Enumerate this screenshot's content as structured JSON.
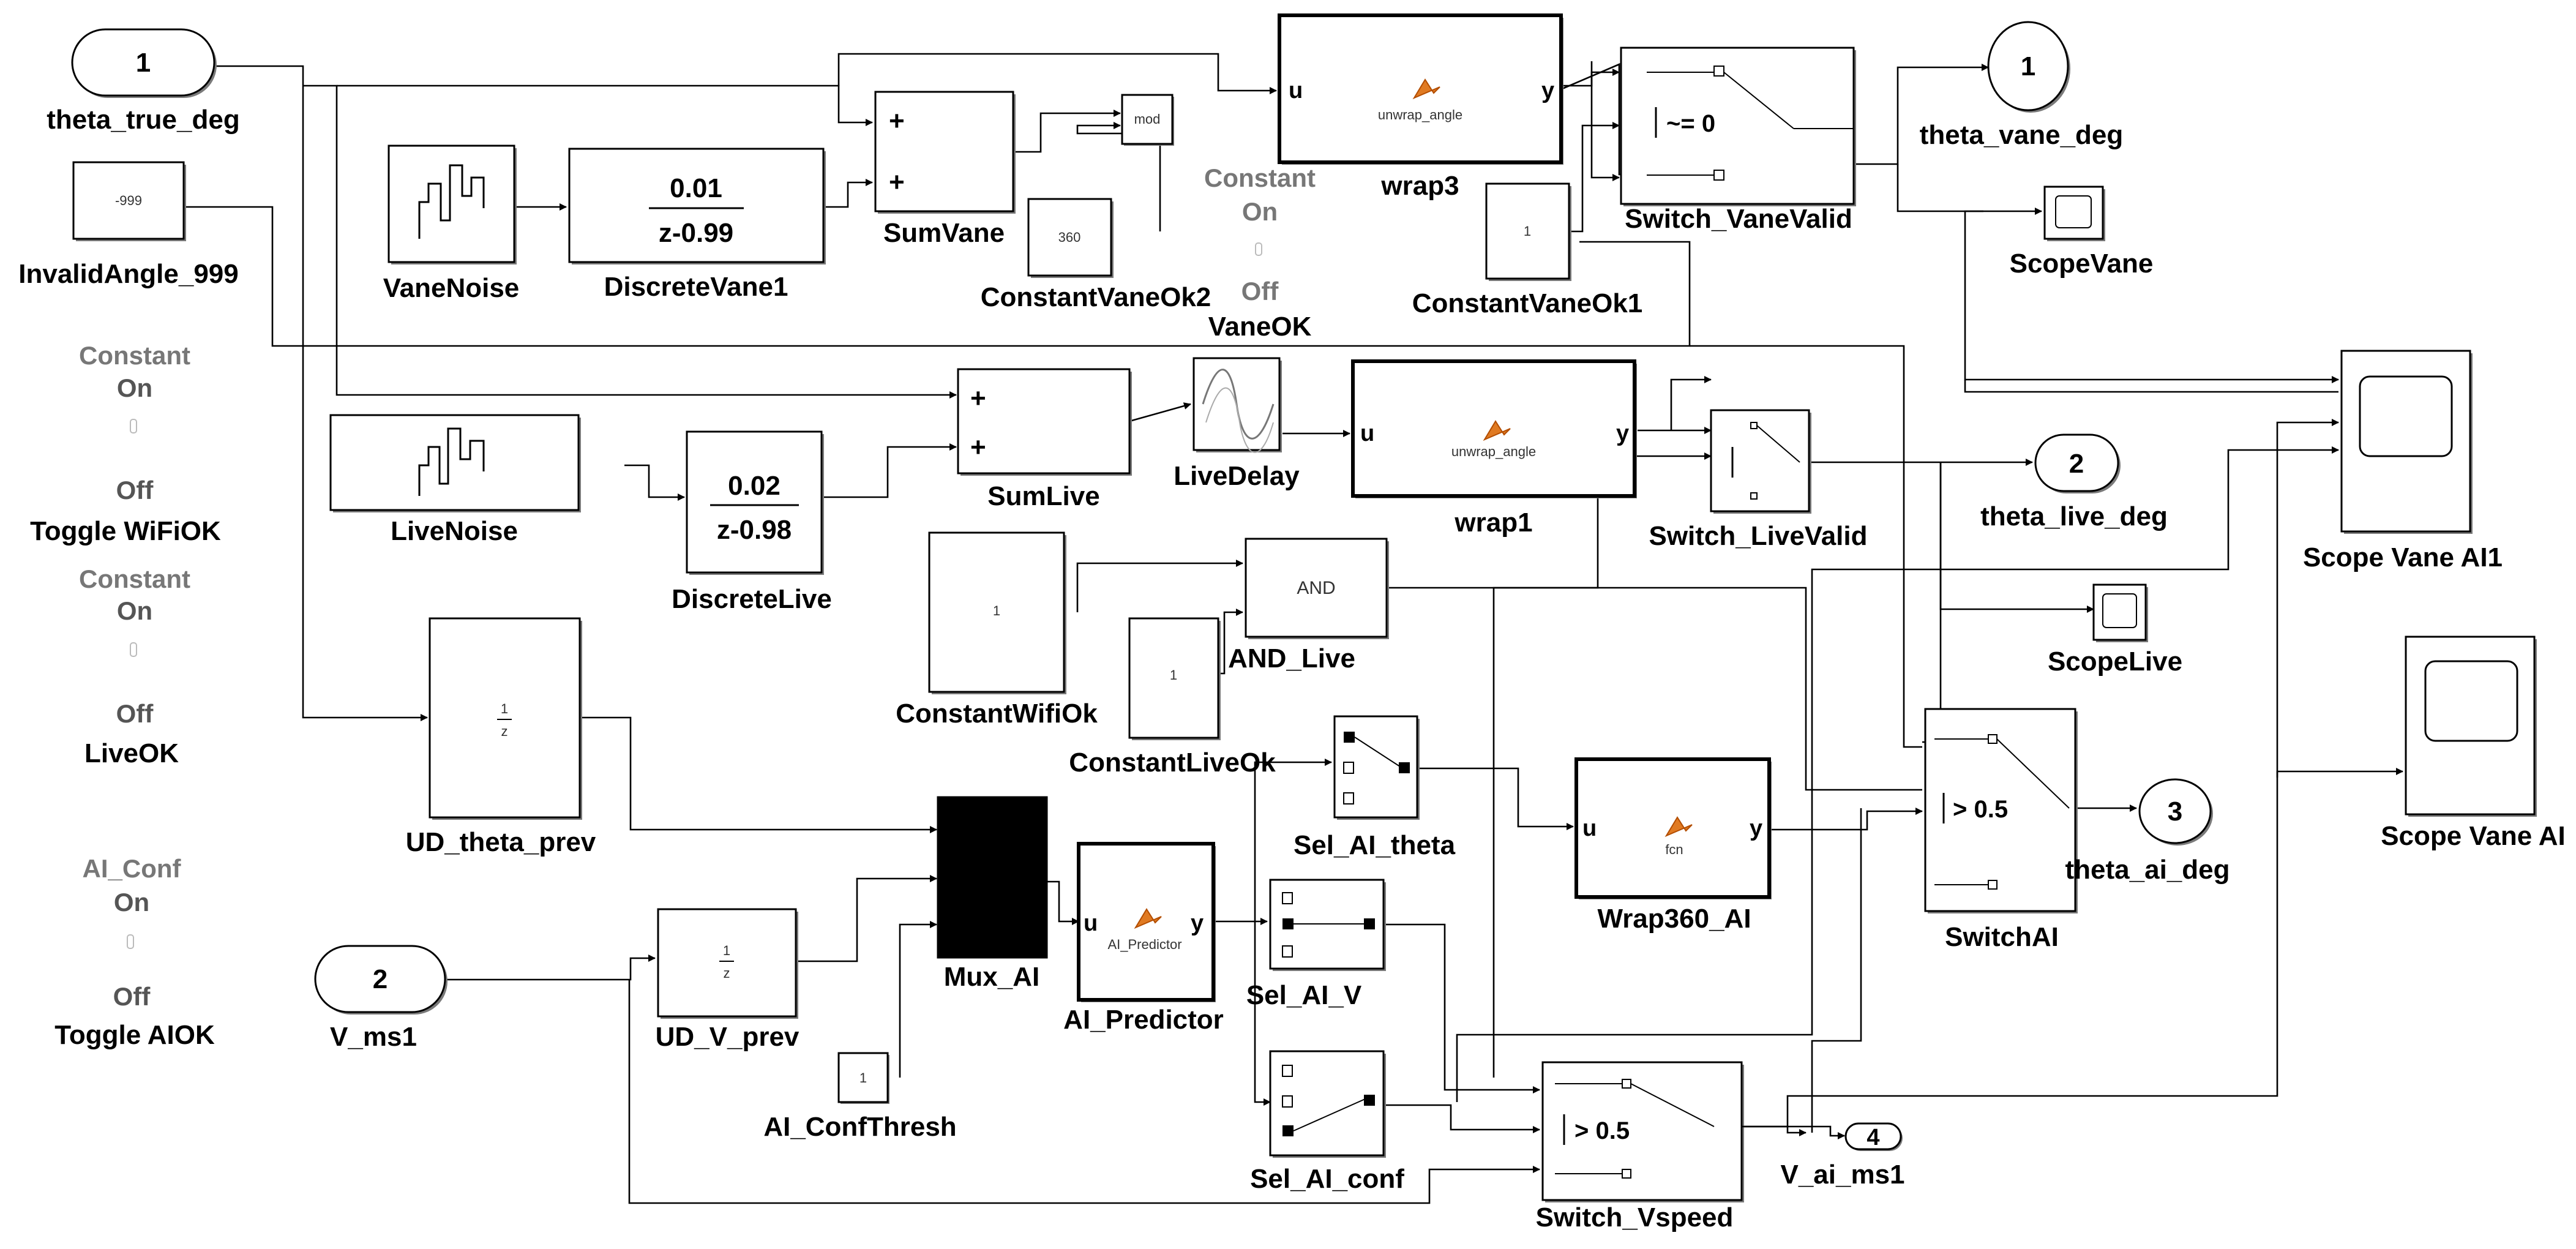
{
  "inports": [
    {
      "num": "1",
      "label": "theta_true_deg"
    },
    {
      "num": "2",
      "label": "V_ms1"
    }
  ],
  "outports": [
    {
      "num": "1",
      "label": "theta_vane_deg"
    },
    {
      "num": "2",
      "label": "theta_live_deg"
    },
    {
      "num": "3",
      "label": "theta_ai_deg"
    },
    {
      "num": "4",
      "label": "V_ai_ms1"
    }
  ],
  "constants": {
    "invalid": {
      "value": "-999",
      "label": "InvalidAngle_999"
    },
    "vane_ok1": {
      "value": "1",
      "label": "ConstantVaneOk1"
    },
    "vane_ok2": {
      "value": "360",
      "label": "ConstantVaneOk2"
    },
    "wifi_ok": {
      "value": "1",
      "label": "ConstantWifiOk"
    },
    "live_ok": {
      "value": "1",
      "label": "ConstantLiveOk"
    },
    "ai_conf": {
      "value": "1",
      "label": "AI_ConfThresh"
    }
  },
  "noise": {
    "vane": "VaneNoise",
    "live": "LiveNoise"
  },
  "discrete": {
    "vane": {
      "num": "0.01",
      "den": "z-0.99",
      "label": "DiscreteVane1"
    },
    "live": {
      "num": "0.02",
      "den": "z-0.98",
      "label": "DiscreteLive"
    }
  },
  "sums": {
    "vane": "SumVane",
    "live": "SumLive",
    "plus": "+"
  },
  "mod_label": "mod",
  "fcn": {
    "wrap3": {
      "inner": "unwrap_angle",
      "label": "wrap3",
      "u": "u",
      "y": "y"
    },
    "wrap1": {
      "inner": "unwrap_angle",
      "label": "wrap1",
      "u": "u",
      "y": "y"
    },
    "wrap360": {
      "inner": "fcn",
      "label": "Wrap360_AI",
      "u": "u",
      "y": "y"
    },
    "predictor": {
      "inner": "AI_Predictor",
      "label": "AI_Predictor",
      "u": "u",
      "y": "y"
    }
  },
  "switches": {
    "vane": {
      "label": "Switch_VaneValid",
      "cond": "~= 0"
    },
    "live": {
      "label": "Switch_LiveValid"
    },
    "ai": {
      "label": "SwitchAI",
      "cond": "> 0.5"
    },
    "vspeed": {
      "label": "Switch_Vspeed",
      "cond": "> 0.5"
    }
  },
  "scopes": [
    "ScopeVane",
    "ScopeLive",
    "Scope Vane AI1",
    "Scope Vane AI"
  ],
  "delays": {
    "theta": {
      "num": "1",
      "den": "z",
      "label": "UD_theta_prev"
    },
    "v": {
      "num": "1",
      "den": "z",
      "label": "UD_V_prev"
    }
  },
  "live_delay": "LiveDelay",
  "and_block": {
    "inner": "AND",
    "label": "AND_Live"
  },
  "mux": "Mux_AI",
  "selectors": [
    "Sel_AI_theta",
    "Sel_AI_V",
    "Sel_AI_conf"
  ],
  "toggles": [
    {
      "top": "Constant",
      "on": "On",
      "off": "Off",
      "label": "VaneOK"
    },
    {
      "top": "Constant",
      "on": "On",
      "off": "Off",
      "label": "Toggle WiFiOK"
    },
    {
      "top": "Constant",
      "on": "On",
      "off": "Off",
      "label": "LiveOK"
    },
    {
      "top": "AI_Conf",
      "on": "On",
      "off": "Off",
      "label": "Toggle AIOK"
    }
  ]
}
